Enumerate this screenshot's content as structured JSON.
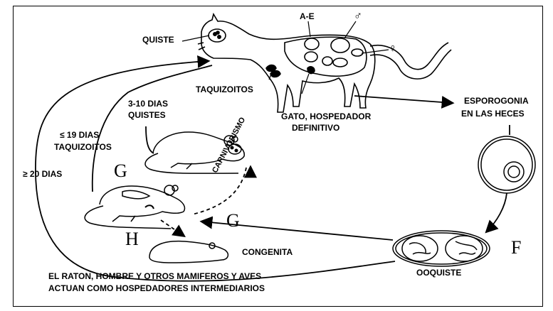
{
  "labels": {
    "quiste": "QUISTE",
    "a_e": "A-E",
    "male": "♂",
    "female": "♀",
    "taquizoitos_cat": "TAQUIZOITOS",
    "gato": "GATO, HOSPEDADOR",
    "definitivo": "DEFINITIVO",
    "esporogonia": "ESPOROGONIA",
    "heces": "EN LAS HECES",
    "dias_3_10": "3-10 DIAS",
    "quistes": "QUISTES",
    "dias_19": "≤ 19 DIAS",
    "taquizoitos": "TAQUIZOITOS",
    "dias_20": "≥ 20 DIAS",
    "carnivorismo": "CARNIVORISMO",
    "congenita": "CONGENITA",
    "ooquiste": "OOQUISTE",
    "footer_line1": "EL RATON, HOMBRE Y OTROS MAMIFEROS Y AVES",
    "footer_line2": "ACTUAN COMO HOSPEDADORES INTERMEDIARIOS",
    "letter_g1": "G",
    "letter_g2": "G",
    "letter_h": "H",
    "letter_f": "F"
  }
}
